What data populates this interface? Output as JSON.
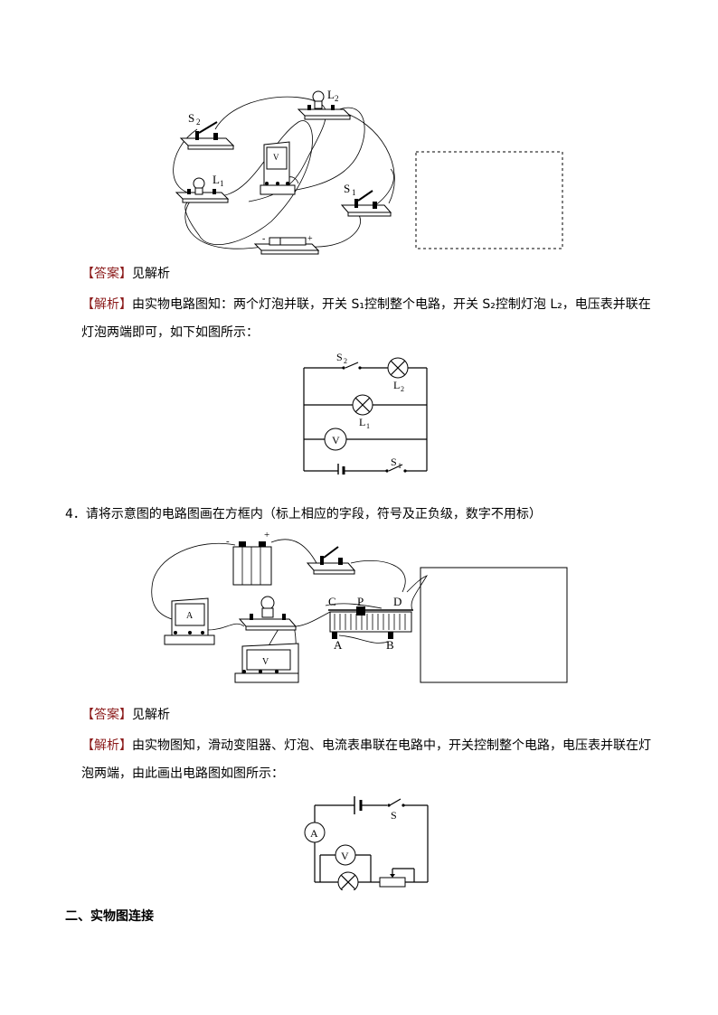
{
  "q3": {
    "figure1_labels": {
      "L2": "L",
      "L2_sub": "2",
      "S2": "S",
      "S2_sub": "2",
      "L1": "L",
      "L1_sub": "1",
      "S1": "S",
      "S1_sub": "1",
      "V": "V",
      "minus": "-",
      "plus": "+"
    },
    "answer_bracket": "【答案】",
    "answer_text": "见解析",
    "analysis_bracket": "【解析】",
    "analysis_line1": "由实物电路图知：两个灯泡并联，开关 S₁控制整个电路，开关 S₂控制灯泡 L₂，电压表并联在",
    "analysis_line2": "灯泡两端即可，如下如图所示：",
    "schematic_labels": {
      "S2": "S",
      "S2_sub": "2",
      "L2": "L",
      "L2_sub": "2",
      "L1": "L",
      "L1_sub": "1",
      "V": "V",
      "S1": "S",
      "S1_sub": "1"
    }
  },
  "q4": {
    "question": "4．请将示意图的电路图画在方框内（标上相应的字段，符号及正负级，数字不用标）",
    "figure_labels": {
      "minus": "-",
      "plus": "+",
      "C": "C",
      "P": "P",
      "D": "D",
      "A_term": "A",
      "B_term": "B",
      "A_meter": "A",
      "V_meter": "V"
    },
    "answer_bracket": "【答案】",
    "answer_text": "见解析",
    "analysis_bracket": "【解析】",
    "analysis_line1": "由实物图知，滑动变阻器、灯泡、电流表串联在电路中，开关控制整个电路，电压表并联在灯",
    "analysis_line2": "泡两端，由此画出电路图如图所示：",
    "schematic_labels": {
      "A": "A",
      "V": "V",
      "S": "S"
    }
  },
  "section": {
    "heading": "二、实物图连接"
  }
}
